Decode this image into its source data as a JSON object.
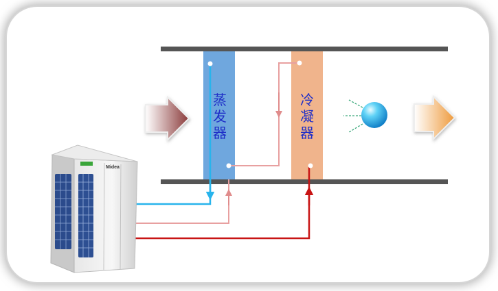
{
  "diagram": {
    "evaporator_label": [
      "蒸",
      "发",
      "器"
    ],
    "condenser_label": [
      "冷",
      "凝",
      "器"
    ],
    "unit_brand_small": "",
    "unit_brand": "Midea"
  },
  "colors": {
    "duct": "#555555",
    "evaporator": "#6fa7de",
    "condenser": "#f0b48c",
    "cold_pipe": "#28b4ec",
    "warm_pipe": "#e89a9a",
    "hot_pipe": "#c81414",
    "label_text": "#1f2fc8"
  }
}
